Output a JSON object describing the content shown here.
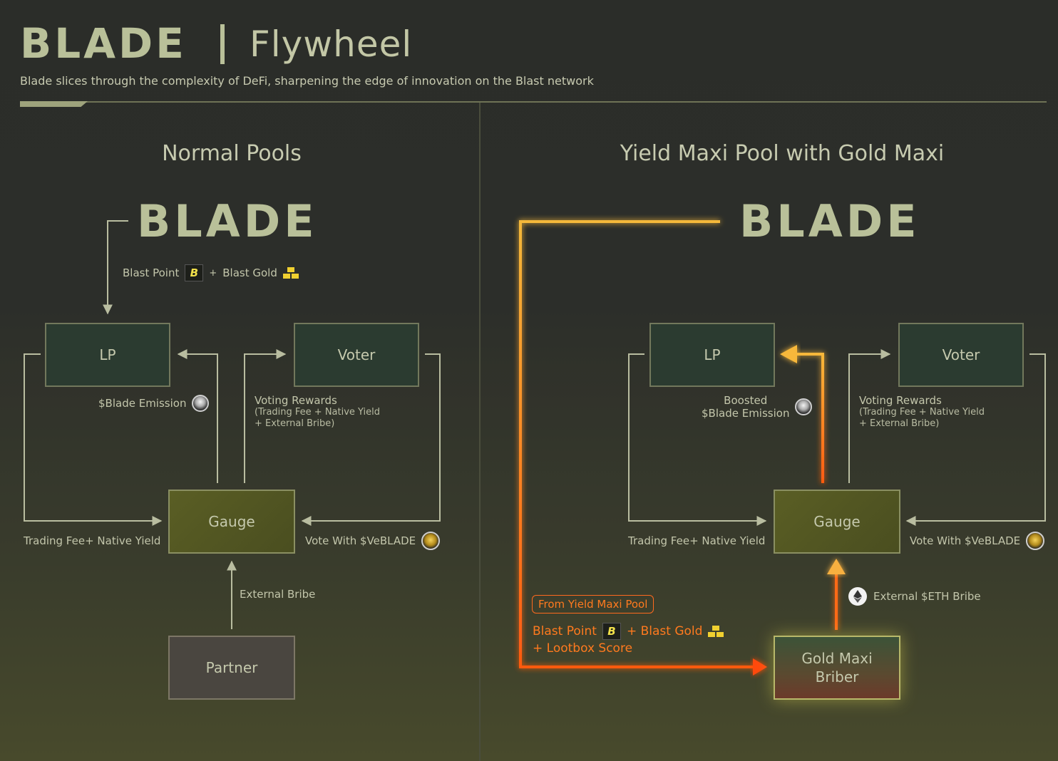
{
  "header": {
    "brand": "BLADE",
    "title": "Flywheel",
    "subtitle": "Blade slices through the complexity of DeFi, sharpening the edge of innovation on the Blast network"
  },
  "left": {
    "section_title": "Normal Pools",
    "logo": "BLADE",
    "blast_point_label": "Blast Point",
    "plus": "+",
    "blast_gold_label": "Blast Gold",
    "lp": "LP",
    "voter": "Voter",
    "gauge": "Gauge",
    "partner": "Partner",
    "emission_label": "$Blade Emission",
    "voting_rewards": "Voting Rewards",
    "voting_rewards_detail_1": "(Trading Fee + Native Yield",
    "voting_rewards_detail_2": "+ External Bribe)",
    "trading_fee": "Trading Fee+ Native Yield",
    "vote_with": "Vote With $VeBLADE",
    "external_bribe": "External Bribe"
  },
  "right": {
    "section_title": "Yield Maxi Pool with Gold Maxi",
    "logo": "BLADE",
    "lp": "LP",
    "voter": "Voter",
    "gauge": "Gauge",
    "gold_maxi_line1": "Gold Maxi",
    "gold_maxi_line2": "Briber",
    "boosted_line1": "Boosted",
    "boosted_line2": "$Blade Emission",
    "voting_rewards": "Voting Rewards",
    "voting_rewards_detail_1": "(Trading Fee + Native Yield",
    "voting_rewards_detail_2": "+ External Bribe)",
    "trading_fee": "Trading Fee+ Native Yield",
    "vote_with": "Vote With $VeBLADE",
    "external_eth_bribe": "External $ETH Bribe",
    "from_yield_maxi": "From Yield Maxi Pool",
    "blast_point_label": "Blast Point",
    "plus_blast_gold": "+ Blast Gold",
    "lootbox": "+ Lootbox Score"
  },
  "icons": {
    "blast_point": "B",
    "colors": {
      "accent_orange": "#ff7a1e",
      "blast_yellow": "#f1e04a",
      "gold": "#f0d030",
      "brand": "#b9c099"
    }
  }
}
